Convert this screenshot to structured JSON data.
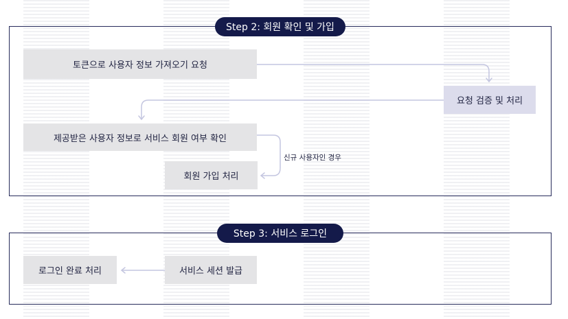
{
  "step2": {
    "badge": "Step 2: 회원 확인 및 가입",
    "request_user_info": "토큰으로 사용자 정보 가져오기 요청",
    "verify_process": "요청 검증 및 처리",
    "check_membership": "제공받은 사용자 정보로 서비스 회원 여부 확인",
    "signup_process": "회원 가입 처리",
    "new_user_note": "신규 사용자인 경우"
  },
  "step3": {
    "badge": "Step 3: 서비스 로그인",
    "issue_session": "서비스 세션 발급",
    "login_complete": "로그인 완료 처리"
  },
  "colors": {
    "frame": "#262a5a",
    "badge_bg": "#141a4a",
    "box_bg": "#e4e4e6",
    "box_highlight_bg": "#dcdcec",
    "arrow": "#c4c6e0"
  }
}
